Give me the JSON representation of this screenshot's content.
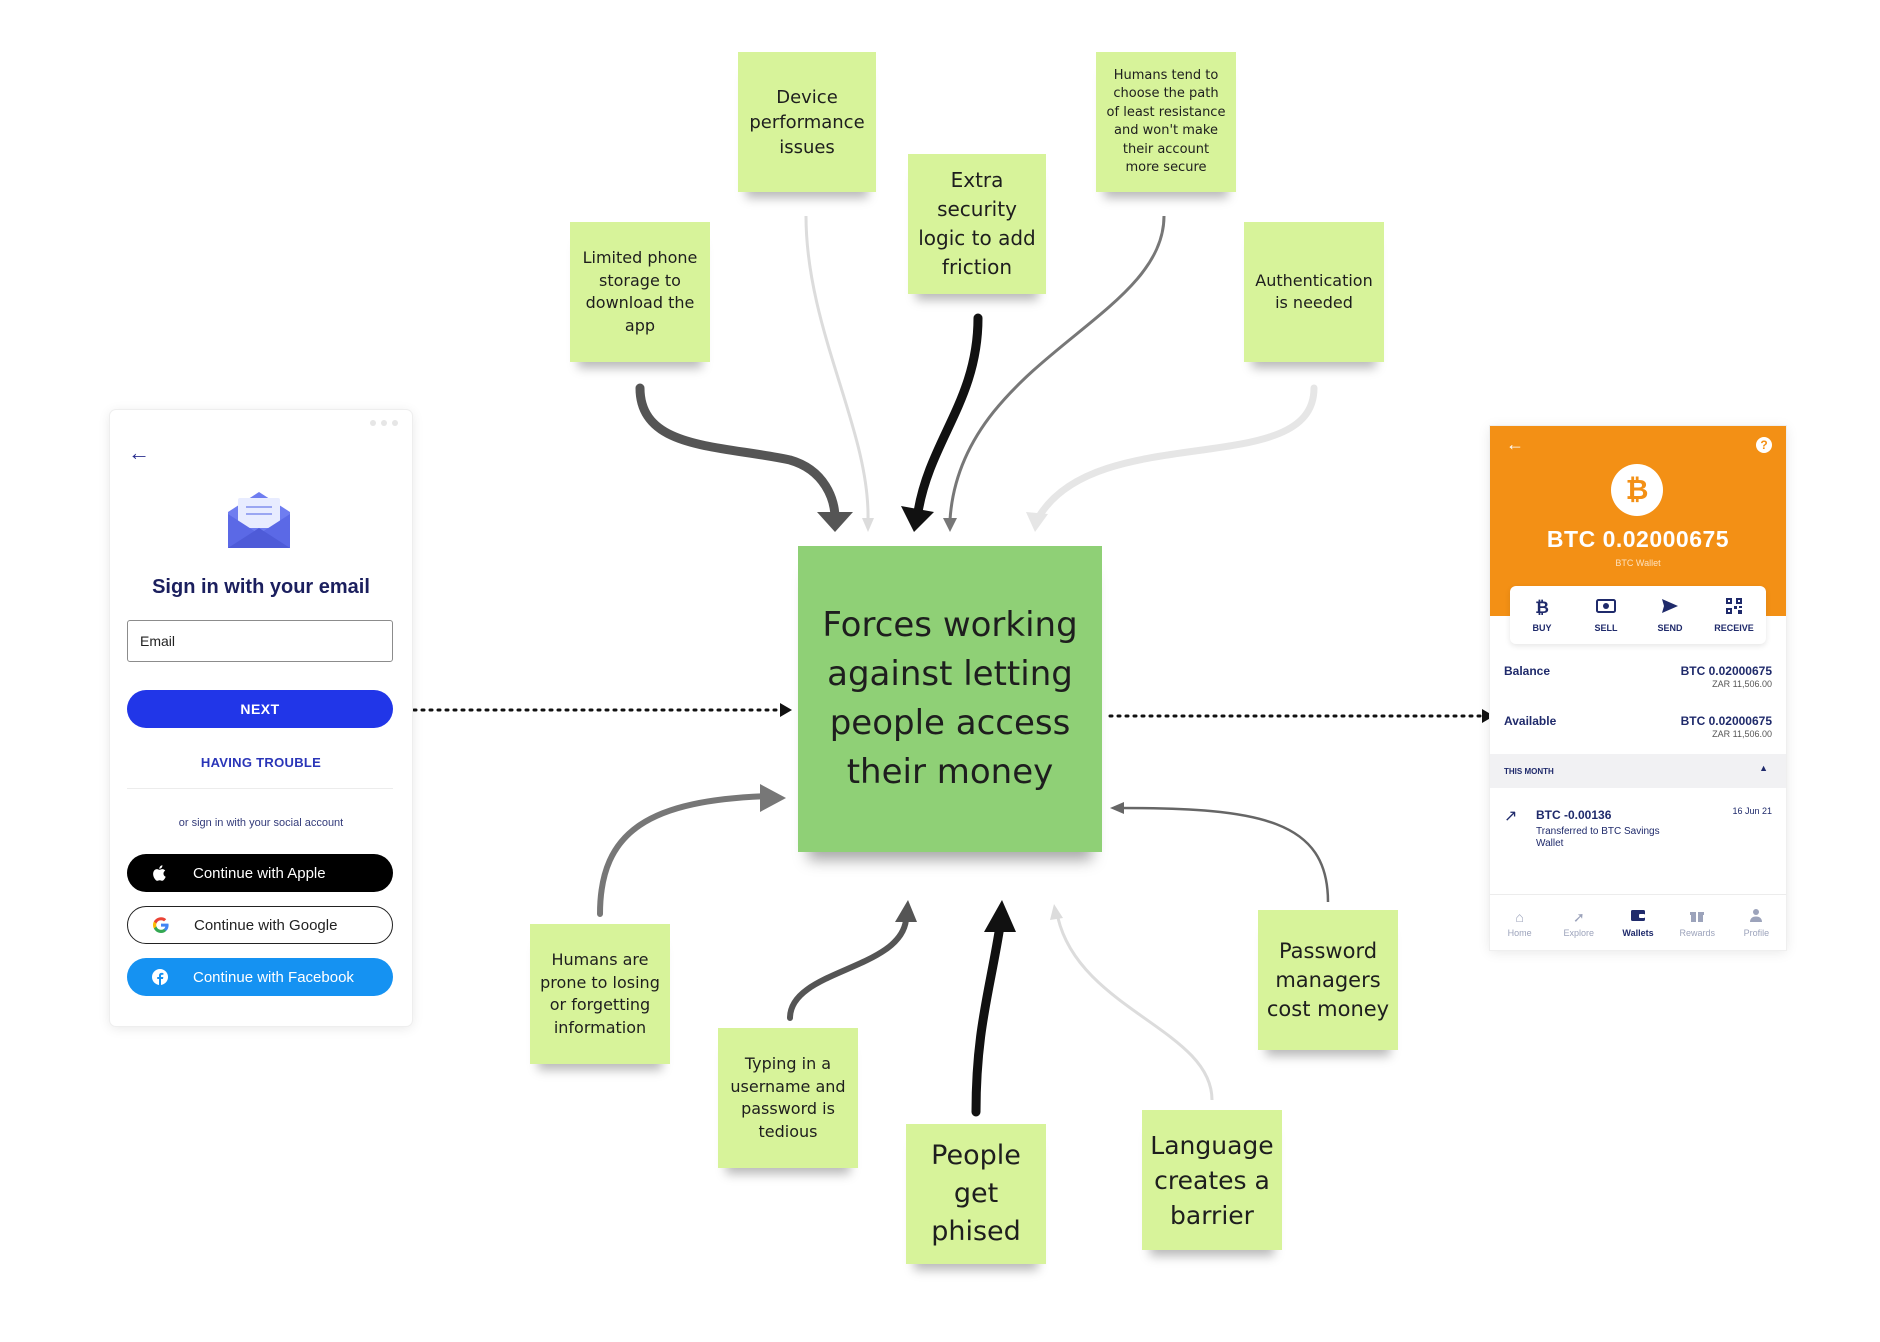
{
  "center_note": {
    "lines": [
      "Forces working",
      "against letting",
      "people access",
      "their money"
    ]
  },
  "notes_top": [
    {
      "lines": [
        "Device",
        "performance",
        "issues"
      ]
    },
    {
      "lines": [
        "Extra",
        "security",
        "logic to add",
        "friction"
      ]
    },
    {
      "lines": [
        "Humans tend to",
        "choose the path",
        "of least resistance",
        "and won't make",
        "their account",
        "more secure"
      ]
    },
    {
      "lines": [
        "Limited phone",
        "storage to",
        "download the",
        "app"
      ]
    },
    {
      "lines": [
        "Authentication",
        "is needed"
      ]
    }
  ],
  "notes_bottom": [
    {
      "lines": [
        "Humans are",
        "prone to losing",
        "or forgetting",
        "information"
      ]
    },
    {
      "lines": [
        "Typing in a",
        "username and",
        "password is",
        "tedious"
      ]
    },
    {
      "lines": [
        "People",
        "get",
        "phised"
      ]
    },
    {
      "lines": [
        "Language",
        "creates a",
        "barrier"
      ]
    },
    {
      "lines": [
        "Password",
        "managers",
        "cost money"
      ]
    }
  ],
  "signin": {
    "back_icon": "back-arrow-icon",
    "title": "Sign in with your email",
    "email_placeholder": "Email",
    "next_label": "NEXT",
    "trouble_label": "HAVING TROUBLE",
    "social_text": "or sign in with your social account",
    "apple_label": "Continue with Apple",
    "google_label": "Continue with Google",
    "facebook_label": "Continue with Facebook",
    "colors": {
      "primary": "#2136e8",
      "facebook": "#1592f2",
      "apple": "#000000"
    }
  },
  "wallet": {
    "back_icon": "back-arrow-icon",
    "help_icon": "help-icon",
    "amount": "BTC 0.02000675",
    "subtitle": "BTC Wallet",
    "actions": [
      {
        "label": "BUY",
        "icon": "bitcoin-icon"
      },
      {
        "label": "SELL",
        "icon": "cash-icon"
      },
      {
        "label": "SEND",
        "icon": "send-icon"
      },
      {
        "label": "RECEIVE",
        "icon": "qr-code-icon"
      }
    ],
    "balance": {
      "label": "Balance",
      "value": "BTC 0.02000675",
      "zar": "ZAR 11,506.00"
    },
    "available": {
      "label": "Available",
      "value": "BTC 0.02000675",
      "zar": "ZAR 11,506.00"
    },
    "month_label": "THIS MONTH",
    "transaction": {
      "amount": "BTC -0.00136",
      "date": "16 Jun 21",
      "description": "Transferred to BTC Savings Wallet"
    },
    "nav": [
      {
        "label": "Home",
        "icon": "home-icon"
      },
      {
        "label": "Explore",
        "icon": "rocket-icon"
      },
      {
        "label": "Wallets",
        "icon": "wallet-icon"
      },
      {
        "label": "Rewards",
        "icon": "gift-icon"
      },
      {
        "label": "Profile",
        "icon": "profile-icon"
      }
    ],
    "active_nav": "Wallets",
    "colors": {
      "header": "#f39015",
      "text": "#1f2a6b"
    }
  },
  "colors": {
    "note": "#d7f39a",
    "center_note": "#8fd076"
  }
}
